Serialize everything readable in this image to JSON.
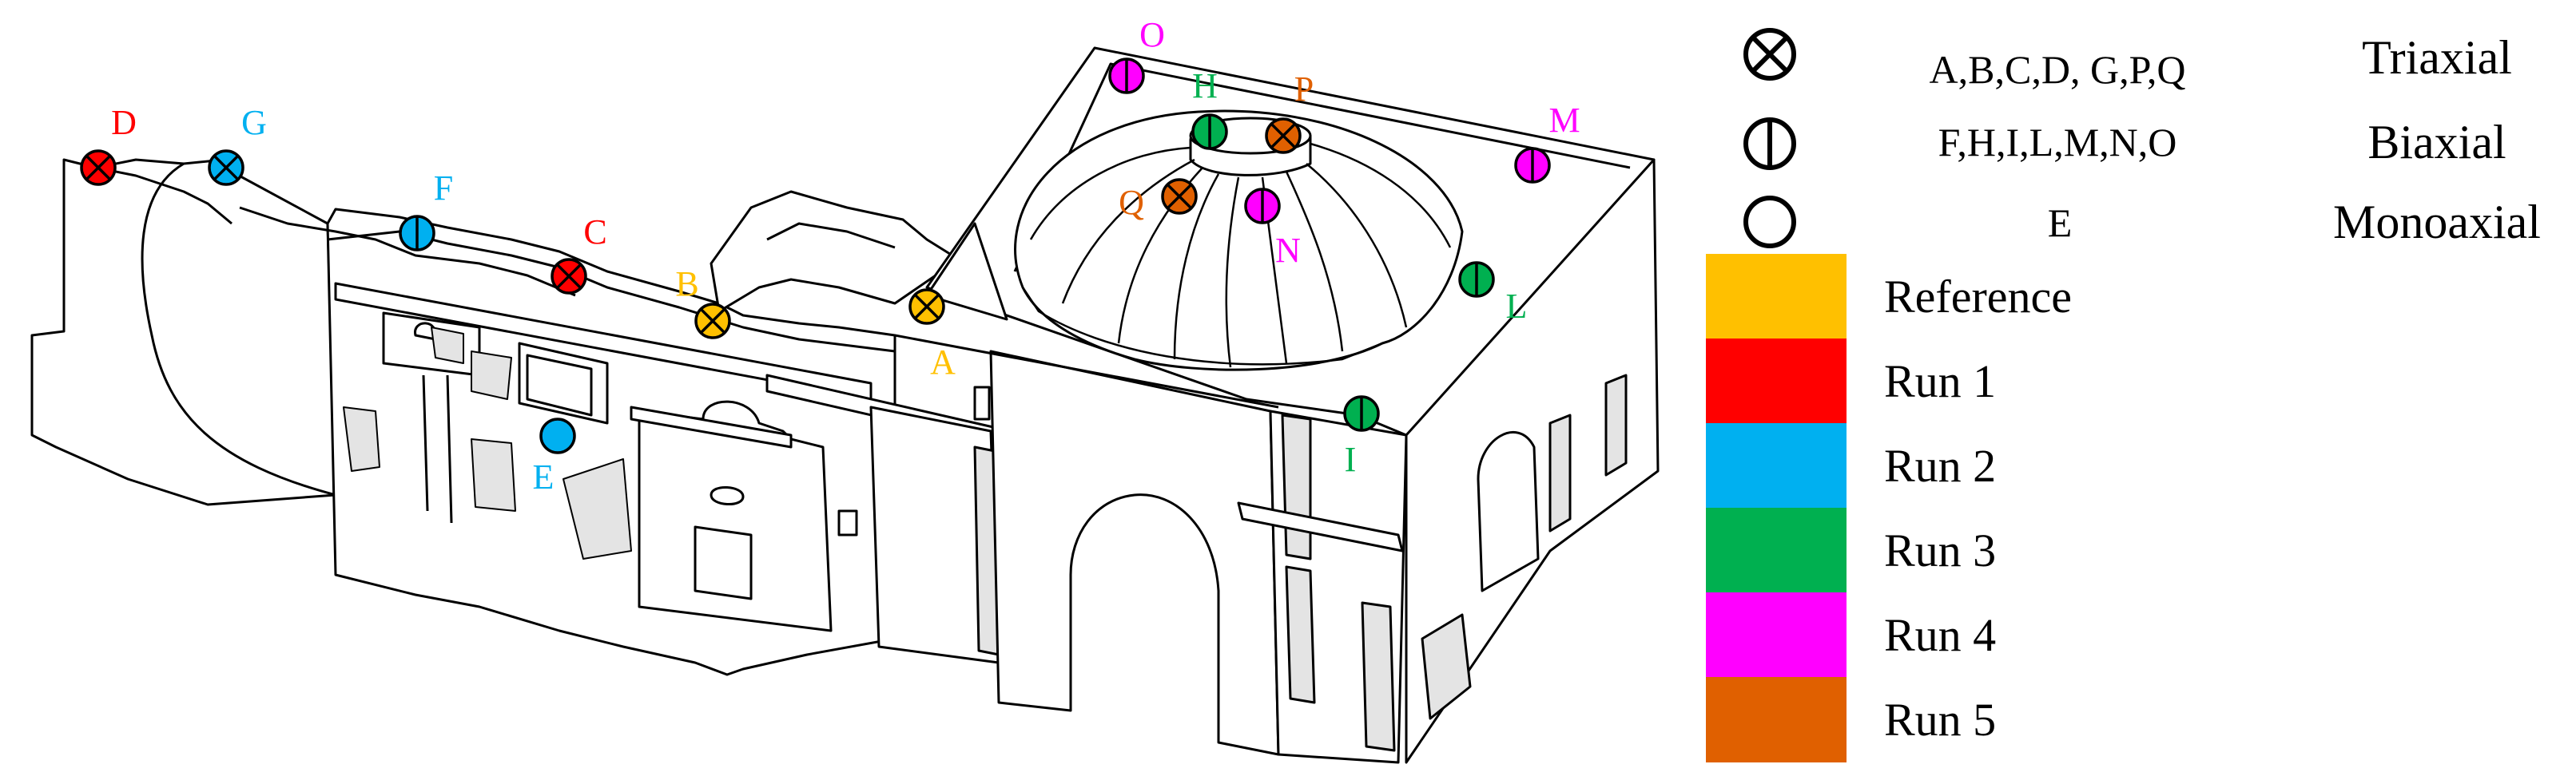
{
  "colors": {
    "reference": "#ffc000",
    "run1": "#ff0000",
    "run2": "#00b0f0",
    "run3": "#00b050",
    "run4": "#ff00ff",
    "run5": "#e06000",
    "outline": "#000000",
    "wall": "#ffffff",
    "damage": "#e4e4e4"
  },
  "legend": {
    "types": [
      {
        "symbol": "triaxial-icon",
        "points": "A,B,C,D, G,P,Q",
        "name": "Triaxial"
      },
      {
        "symbol": "biaxial-icon",
        "points": "F,H,I,L,M,N,O",
        "name": "Biaxial"
      },
      {
        "symbol": "monoaxial-icon",
        "points": "E",
        "name": "Monoaxial"
      }
    ],
    "runs": [
      {
        "label": "Reference",
        "color": "#ffc000"
      },
      {
        "label": "Run 1",
        "color": "#ff0000"
      },
      {
        "label": "Run 2",
        "color": "#00b0f0"
      },
      {
        "label": "Run 3",
        "color": "#00b050"
      },
      {
        "label": "Run 4",
        "color": "#ff00ff"
      },
      {
        "label": "Run 5",
        "color": "#e06000"
      }
    ]
  },
  "sensors": [
    {
      "id": "A",
      "type": "triaxial",
      "run": "Reference"
    },
    {
      "id": "B",
      "type": "triaxial",
      "run": "Reference"
    },
    {
      "id": "C",
      "type": "triaxial",
      "run": "Run 1"
    },
    {
      "id": "D",
      "type": "triaxial",
      "run": "Run 1"
    },
    {
      "id": "E",
      "type": "monoaxial",
      "run": "Run 2"
    },
    {
      "id": "F",
      "type": "biaxial",
      "run": "Run 2"
    },
    {
      "id": "G",
      "type": "triaxial",
      "run": "Run 2"
    },
    {
      "id": "H",
      "type": "biaxial",
      "run": "Run 3"
    },
    {
      "id": "I",
      "type": "biaxial",
      "run": "Run 3"
    },
    {
      "id": "L",
      "type": "biaxial",
      "run": "Run 3"
    },
    {
      "id": "M",
      "type": "biaxial",
      "run": "Run 4"
    },
    {
      "id": "N",
      "type": "biaxial",
      "run": "Run 4"
    },
    {
      "id": "O",
      "type": "biaxial",
      "run": "Run 4"
    },
    {
      "id": "P",
      "type": "triaxial",
      "run": "Run 5"
    },
    {
      "id": "Q",
      "type": "triaxial",
      "run": "Run 5"
    }
  ]
}
